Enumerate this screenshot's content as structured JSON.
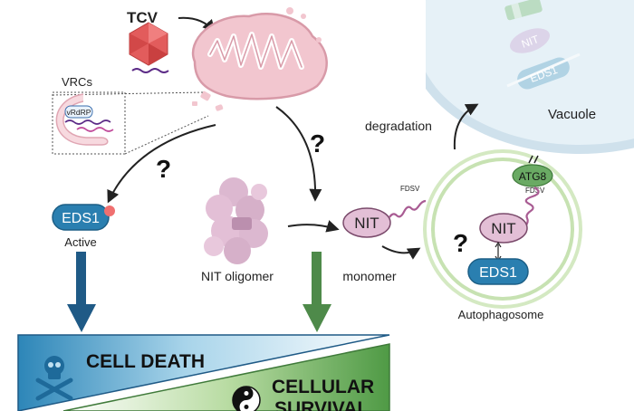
{
  "labels": {
    "tcv": "TCV",
    "vrcs": "VRCs",
    "vrdrp": "vRdRP",
    "eds1_active": "EDS1",
    "active": "Active",
    "nit_oligomer": "NIT oligomer",
    "monomer": "monomer",
    "nit_free": "NIT",
    "fdsv_free": "FDSV",
    "degradation": "degradation",
    "vacuole": "Vacuole",
    "atg8": "ATG8",
    "fdsv_bound": "FDSV",
    "nit_bound": "NIT",
    "eds1_bound": "EDS1",
    "autophagosome": "Autophagosome",
    "vac_nit": "NIT",
    "vac_eds1": "EDS1",
    "cell_death": "CELL DEATH",
    "cellular": "CELLULAR",
    "survival": "SURVIVAL",
    "question_mark": "?"
  },
  "colors": {
    "eds1": "#2a7fb0",
    "nit": "#e3bfd6",
    "atg8": "#6aaa64",
    "mitochondrion": "#f2c6cf",
    "virus": "#e25c5c",
    "rna": "#5b2a86",
    "death_arrow": "#1f5a86",
    "survival_arrow": "#4e8a4a",
    "vacuole": "#d9e9f2",
    "autophagosome": "#b6d99a"
  },
  "icons": [
    "skull-crossbones-icon",
    "yin-yang-icon",
    "virus-capsid-icon",
    "rna-strand-icon"
  ]
}
